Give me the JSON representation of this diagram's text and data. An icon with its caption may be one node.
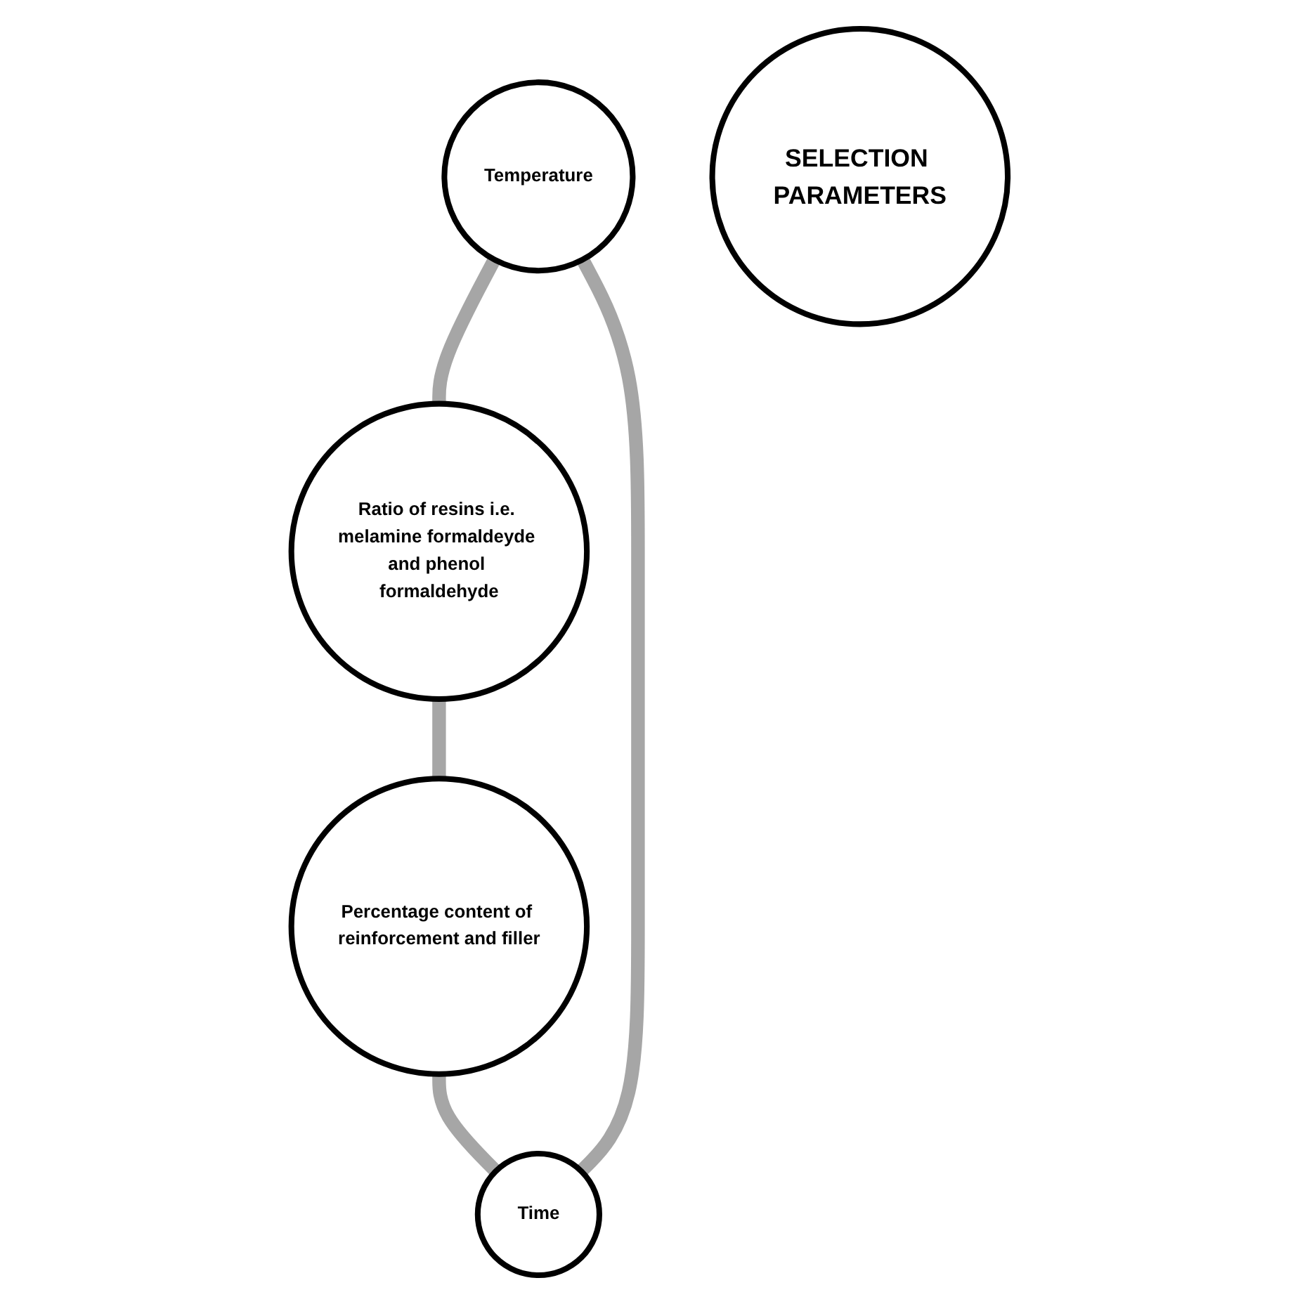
{
  "diagram": {
    "nodes": [
      {
        "text": [
          "Temperature"
        ]
      },
      {
        "text": [
          "Time"
        ]
      },
      {
        "text": [
          "SELECTION PARAMETERS"
        ]
      },
      {
        "text": [
          "Ratio of resins i.e. melamine formaldeyde and phenol formaldehyde"
        ]
      },
      {
        "text": [
          "Percentage content of reinforcement and filler"
        ]
      }
    ],
    "edges": [
      {
        "from": 0,
        "to": 3,
        "arrow": "none",
        "color": "#a6a6a6"
      },
      {
        "from": 3,
        "to": 4,
        "arrow": "none",
        "color": "#a6a6a6"
      },
      {
        "from": 4,
        "to": 1,
        "arrow": "none",
        "color": "#a6a6a6"
      },
      {
        "from": 1,
        "to": 0,
        "arrow": "none",
        "color": "#a6a6a6"
      }
    ]
  }
}
